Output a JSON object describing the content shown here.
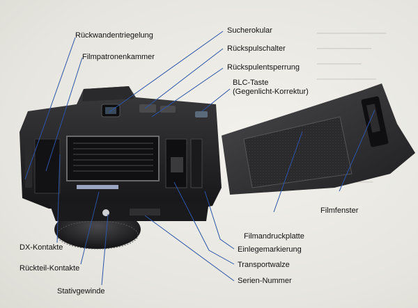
{
  "labels": {
    "rueckwandentriegelung": "Rückwandentriegelung",
    "filmpatronenkammer": "Filmpatronenkammer",
    "sucherokular": "Sucherokular",
    "rueckspulschalter": "Rückspulschalter",
    "rueckspulentsperrung": "Rückspulentsperrung",
    "blc_taste_line1": "BLC-Taste",
    "blc_taste_line2": "(Gegenlicht-Korrektur)",
    "filmfenster": "Filmfenster",
    "filmandruckplatte": "Filmandruckplatte",
    "einlegemarkierung": "Einlegemarkierung",
    "transportwalze": "Transportwalze",
    "serien_nummer": "Serien-Nummer",
    "dx_kontakte": "DX-Kontakte",
    "rueckteil_kontakte": "Rückteil-Kontakte",
    "stativgewinde": "Stativgewinde"
  },
  "colors": {
    "leader_line": "#2b55a8",
    "label_text": "#111111",
    "background": "#e9e8e3",
    "camera_body": "#1c1c1e"
  }
}
